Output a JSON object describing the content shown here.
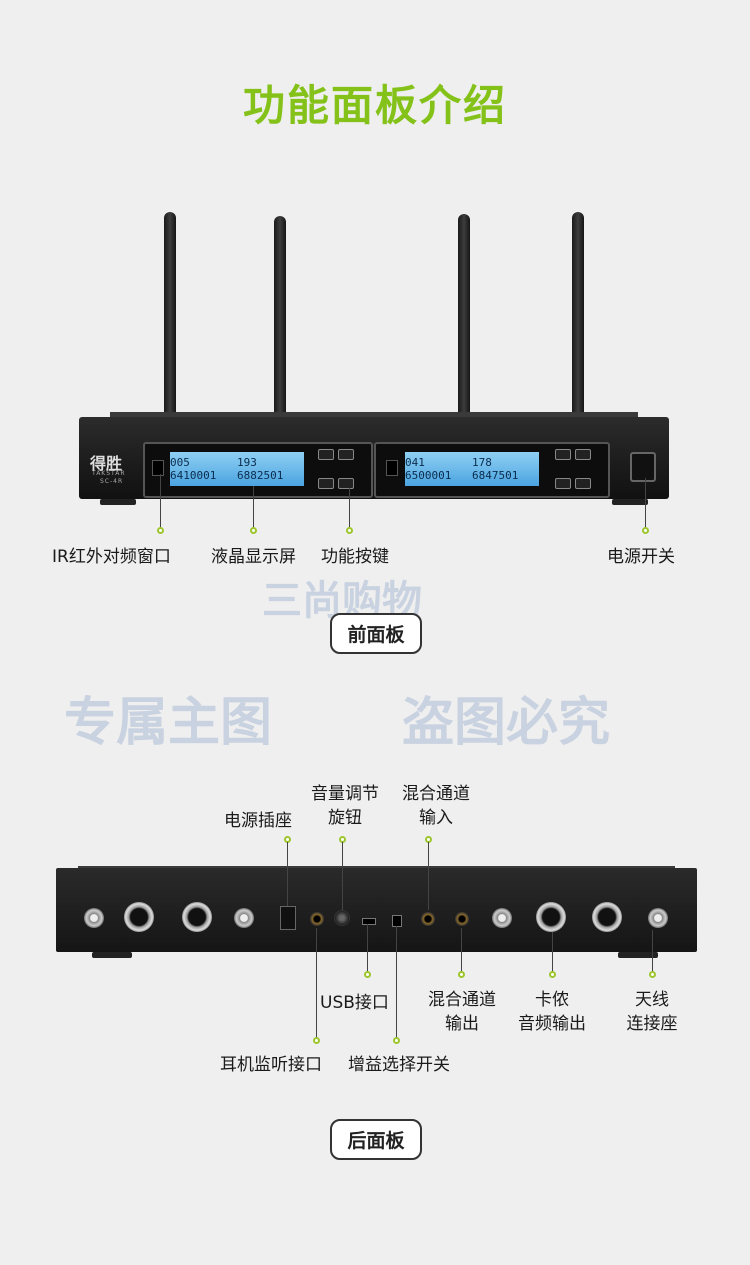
{
  "page": {
    "title": "功能面板介绍",
    "front_caption": "前面板",
    "rear_caption": "后面板"
  },
  "watermarks": {
    "shop": "三尚购物",
    "line1": "专属主图",
    "line2": "盗图必究"
  },
  "front": {
    "brand": "得胜",
    "brand_sub": "TAKSTAR",
    "model": "SC-4R",
    "lcd_left": [
      "005 6410001",
      "193 6882501"
    ],
    "lcd_right": [
      "041 6500001",
      "178 6847501"
    ],
    "labels": {
      "ir": "IR红外对频窗口",
      "lcd": "液晶显示屏",
      "keys": "功能按键",
      "power_switch": "电源开关"
    }
  },
  "rear": {
    "labels": {
      "power_socket": "电源插座",
      "volume_knob": [
        "音量调节",
        "旋钮"
      ],
      "mix_in": [
        "混合通道",
        "输入"
      ],
      "usb": "USB接口",
      "headphone": "耳机监听接口",
      "gain_switch": "增益选择开关",
      "mix_out": [
        "混合通道",
        "输出"
      ],
      "xlr_out": [
        "卡侬",
        "音频输出"
      ],
      "antenna_socket": [
        "天线",
        "连接座"
      ]
    }
  },
  "colors": {
    "accent": "#84c21a",
    "dot": "#9cc62b",
    "lcd": "#6bbaee"
  }
}
